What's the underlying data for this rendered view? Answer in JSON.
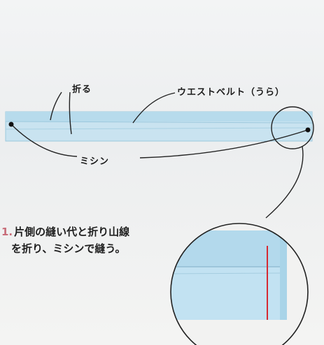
{
  "labels": {
    "fold": "折る",
    "waistband": "ウエストベルト（うら）",
    "machine_stitch": "ミシン"
  },
  "instruction": {
    "number": "1.",
    "line1": "片側の縫い代と折り山線",
    "line2": "を折り、ミシンで縫う。"
  },
  "colors": {
    "fabric": "#bfe0ef",
    "fabric_edge": "#8fbfd8",
    "stitch": "#d62a32",
    "background": "#eef0f0"
  }
}
